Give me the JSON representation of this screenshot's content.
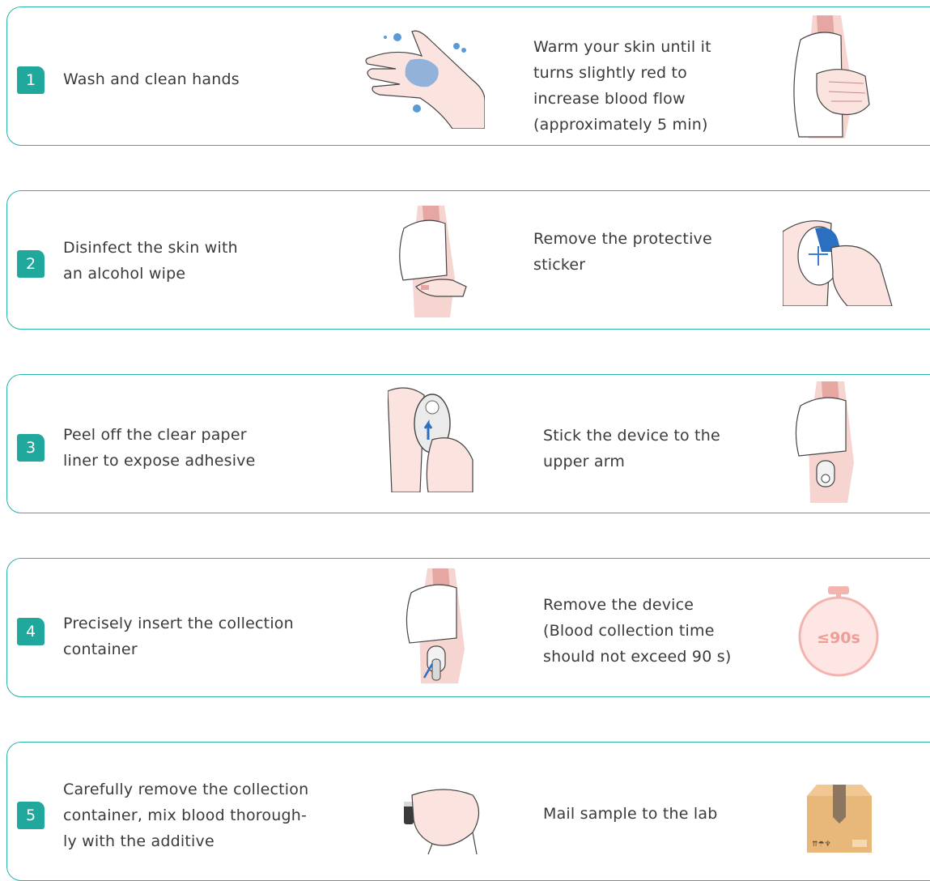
{
  "colors": {
    "accent": "#20a89d",
    "border": "#2ab3a8",
    "skin": "#f6d4d0",
    "skin_dark": "#e6a6a2"
  },
  "steps": [
    {
      "number": "1",
      "left": "Wash and clean hands",
      "right": "Warm your skin until it\nturns slightly red to\nincrease blood flow\n(approximately 5 min)"
    },
    {
      "number": "2",
      "left": "Disinfect the skin with\nan alcohol wipe",
      "right": "Remove the protective\nsticker"
    },
    {
      "number": "3",
      "left": "Peel off the clear paper\nliner to expose adhesive",
      "right": "Stick the device to the\nupper arm"
    },
    {
      "number": "4",
      "left": "Precisely insert the collection\ncontainer",
      "right": "Remove the device\n(Blood collection time\nshould not exceed 90 s)",
      "timer_label": "≤90s"
    },
    {
      "number": "5",
      "left": "Carefully remove the collection\ncontainer, mix blood thorough-\nly with the additive",
      "right": "Mail sample to the lab"
    }
  ]
}
